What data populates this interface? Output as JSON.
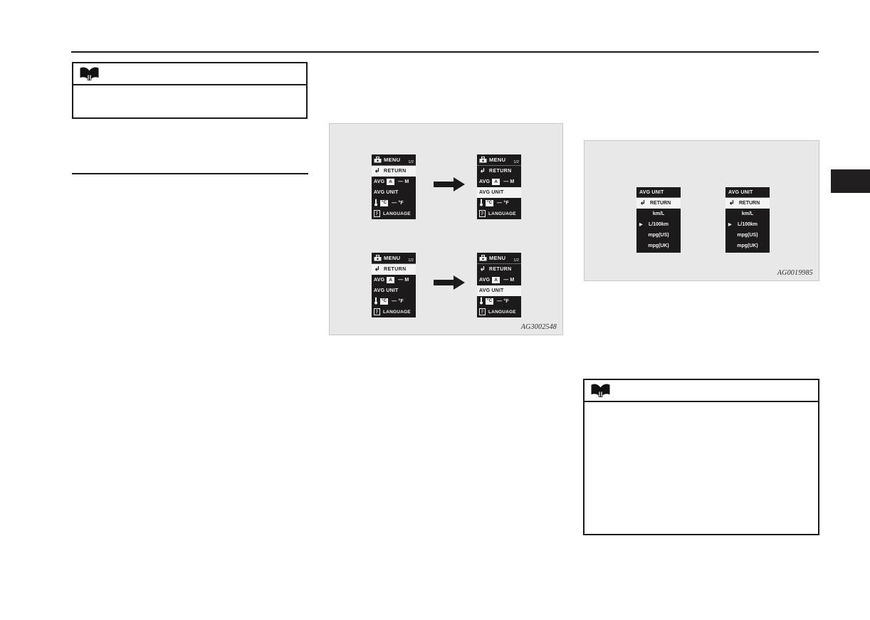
{
  "page": {
    "background": "#ffffff",
    "rule_color": "#1a1a1a",
    "edge_tab_color": "#231f20"
  },
  "notes": [
    {
      "icon": "open-book-icon",
      "body_text": ""
    },
    {
      "icon": "open-book-icon",
      "body_text": ""
    }
  ],
  "figures": [
    {
      "id": "AG3002548",
      "background": "#e8e8e8",
      "panels": [
        {
          "name": "menu-screen-return-selected",
          "title": "MENU",
          "page_indicator": "1/2",
          "title_icon": "toolbox-icon",
          "rows": [
            {
              "label": "RETURN",
              "icon": "return-arrow-icon",
              "highlighted": true
            },
            {
              "label": "AVG",
              "value": "A",
              "dash": "—",
              "right_label": "M",
              "highlighted": false
            },
            {
              "label": "AVG UNIT",
              "highlighted": false
            },
            {
              "label": "",
              "icon": "thermometer-icon",
              "value": "°C",
              "dash": "—",
              "right_label": "°F",
              "highlighted": false
            },
            {
              "label": "LANGUAGE",
              "icon": "language-icon",
              "highlighted": false
            }
          ]
        },
        {
          "name": "menu-screen-avg-unit-selected",
          "title": "MENU",
          "page_indicator": "1/2",
          "title_icon": "toolbox-icon",
          "rows": [
            {
              "label": "RETURN",
              "icon": "return-arrow-icon",
              "highlighted": false
            },
            {
              "label": "AVG",
              "value": "A",
              "dash": "—",
              "right_label": "M",
              "highlighted": false
            },
            {
              "label": "AVG UNIT",
              "highlighted": true
            },
            {
              "label": "",
              "icon": "thermometer-icon",
              "value": "°C",
              "dash": "—",
              "right_label": "°F",
              "highlighted": false
            },
            {
              "label": "LANGUAGE",
              "icon": "language-icon",
              "highlighted": false
            }
          ]
        },
        {
          "name": "menu-screen-return-selected-alt",
          "title": "MENU",
          "page_indicator": "1/2",
          "title_icon": "toolbox-icon",
          "rows": [
            {
              "label": "RETURN",
              "icon": "return-arrow-icon",
              "highlighted": true
            },
            {
              "label": "AVG",
              "value": "A",
              "dash": "—",
              "right_label": "M",
              "highlighted": false
            },
            {
              "label": "AVG UNIT",
              "highlighted": false
            },
            {
              "label": "",
              "icon": "thermometer-icon",
              "value": "°C",
              "dash": "—",
              "right_label": "°F",
              "highlighted": false
            },
            {
              "label": "LANGUAGE",
              "icon": "language-icon",
              "highlighted": false
            }
          ]
        },
        {
          "name": "menu-screen-avg-unit-selected-alt",
          "title": "MENU",
          "page_indicator": "1/2",
          "title_icon": "toolbox-icon",
          "rows": [
            {
              "label": "RETURN",
              "icon": "return-arrow-icon",
              "highlighted": false
            },
            {
              "label": "AVG",
              "value": "A",
              "dash": "—",
              "right_label": "M",
              "highlighted": false
            },
            {
              "label": "AVG UNIT",
              "highlighted": true
            },
            {
              "label": "",
              "icon": "thermometer-icon",
              "value": "°C",
              "dash": "—",
              "right_label": "°F",
              "highlighted": false
            },
            {
              "label": "LANGUAGE",
              "icon": "language-icon",
              "highlighted": false
            }
          ]
        }
      ],
      "arrows": [
        {
          "name": "transition-arrow-top",
          "direction": "right"
        },
        {
          "name": "transition-arrow-bottom",
          "direction": "right"
        }
      ]
    },
    {
      "id": "AG0019985",
      "background": "#e8e8e8",
      "panels": [
        {
          "name": "avg-unit-list-screen",
          "title": "AVG UNIT",
          "rows": [
            {
              "label": "RETURN",
              "icon": "return-arrow-icon",
              "highlighted": true,
              "marker": ""
            },
            {
              "label": "km/L",
              "highlighted": false,
              "marker": ""
            },
            {
              "label": "L/100km",
              "highlighted": false,
              "marker": "▶"
            },
            {
              "label": "mpg(US)",
              "highlighted": false,
              "marker": ""
            },
            {
              "label": "mpg(UK)",
              "highlighted": false,
              "marker": ""
            }
          ]
        },
        {
          "name": "avg-unit-list-screen-alt",
          "title": "AVG UNIT",
          "rows": [
            {
              "label": "RETURN",
              "icon": "return-arrow-icon",
              "highlighted": true,
              "marker": ""
            },
            {
              "label": "km/L",
              "highlighted": false,
              "marker": ""
            },
            {
              "label": "L/100km",
              "highlighted": false,
              "marker": "▶"
            },
            {
              "label": "mpg(US)",
              "highlighted": false,
              "marker": ""
            },
            {
              "label": "mpg(UK)",
              "highlighted": false,
              "marker": ""
            }
          ]
        }
      ]
    }
  ]
}
